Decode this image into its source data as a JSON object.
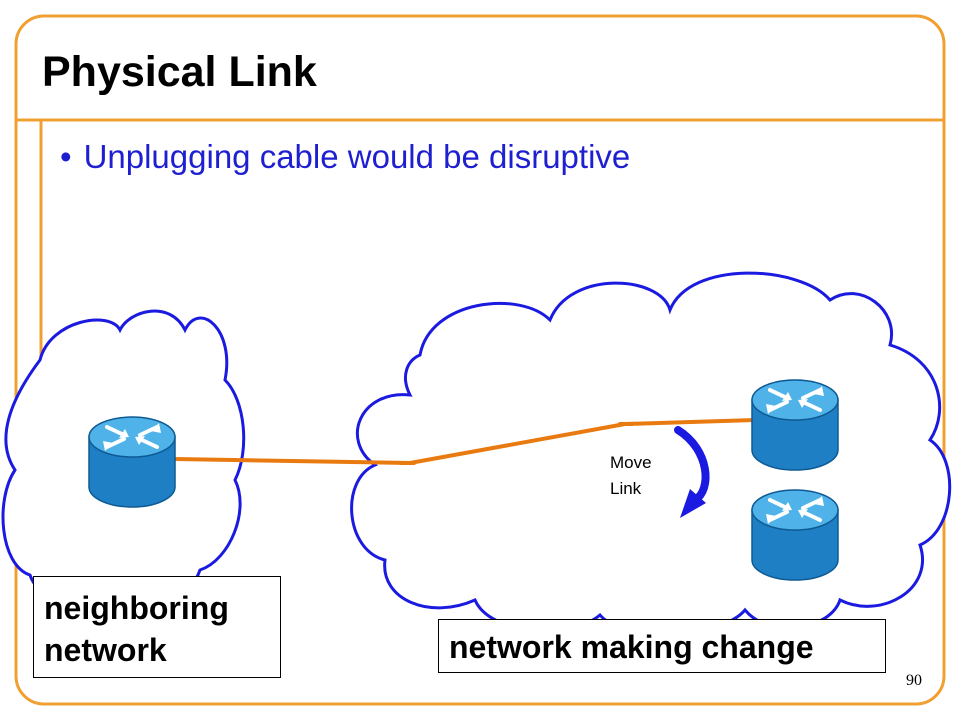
{
  "slide": {
    "title": "Physical Link",
    "bullet": "Unplugging cable would be disruptive",
    "page_number": "90"
  },
  "diagram": {
    "neighbor_label_line1": "neighboring",
    "neighbor_label_line2": "network",
    "change_label": "network making change",
    "move_label_line1": "Move",
    "move_label_line2": "Link"
  },
  "colors": {
    "frame": "#f0a030",
    "cloud_stroke": "#1a1ae0",
    "link": "#e87a10",
    "text_blue": "#1f1fd2",
    "router_blue": "#2e8fd1"
  },
  "icons": {
    "router": "router-icon",
    "arrow": "curved-arrow-icon"
  }
}
